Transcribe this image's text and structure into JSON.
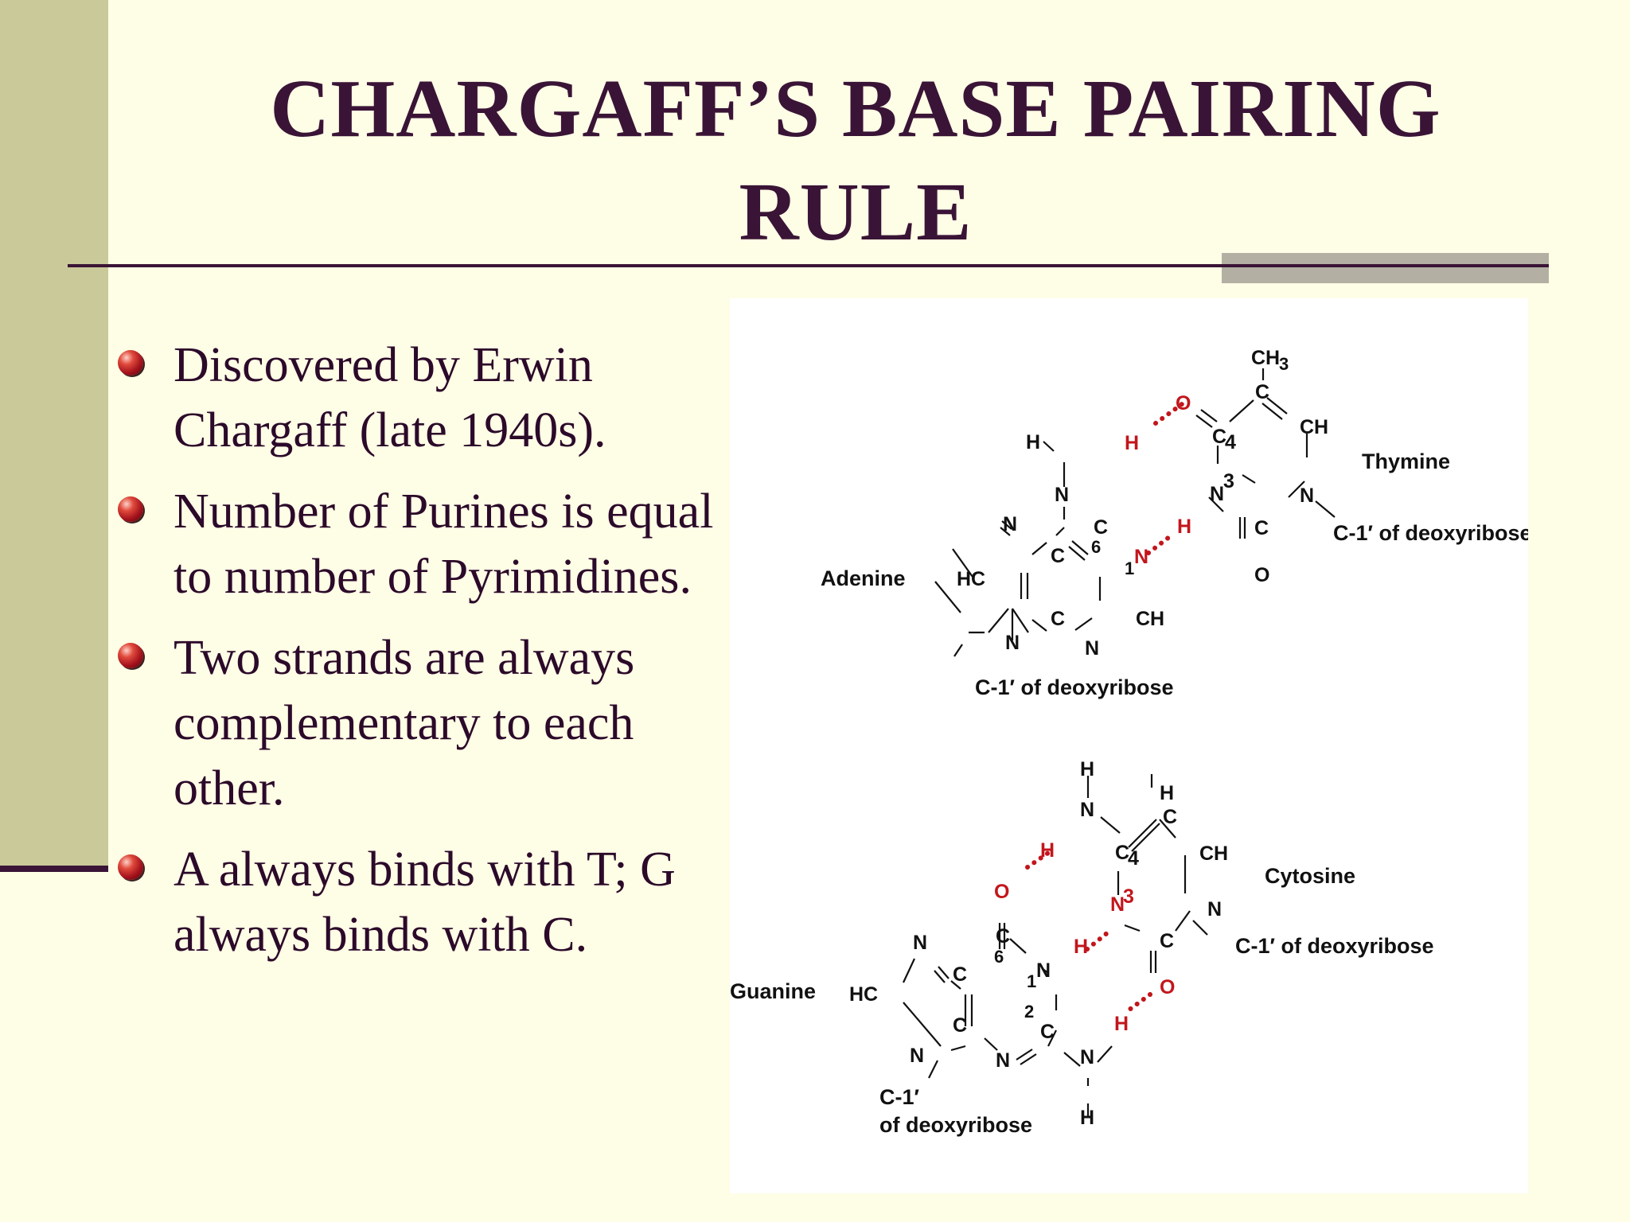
{
  "slide": {
    "title": "CHARGAFF’S BASE PAIRING RULE",
    "bullets": [
      "Discovered by Erwin Chargaff (late 1940s).",
      "Number of Purines is equal to number of Pyrimidines.",
      "Two strands are always complementary to each other.",
      "A always binds with T; G always binds with C."
    ]
  },
  "diagram": {
    "at_pair": {
      "adenine_name": "Adenine",
      "thymine_name": "Thymine",
      "adenine_sugar": "C-1′ of deoxyribose",
      "thymine_sugar": "C-1′ of deoxyribose"
    },
    "gc_pair": {
      "guanine_name": "Guanine",
      "cytosine_name": "Cytosine",
      "guanine_sugar_line1": "C-1′",
      "guanine_sugar_line2": "of deoxyribose",
      "cytosine_sugar": "C-1′ of deoxyribose"
    }
  },
  "colors": {
    "background": "#fefde6",
    "title_text": "#3a1436",
    "sidebar": "#c9c99a",
    "hydrogen_bond": "#c2161c"
  },
  "icons": [
    "bullet-sphere-icon"
  ]
}
